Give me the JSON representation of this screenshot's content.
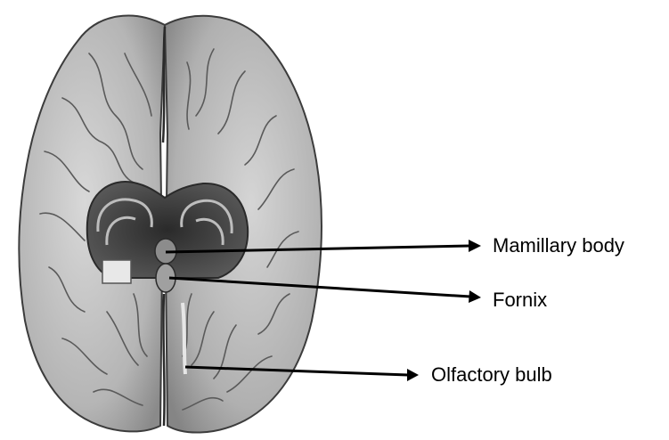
{
  "labels": {
    "mamillary_body": "Mamillary body",
    "fornix": "Fornix",
    "olfactory_bulb": "Olfactory bulb"
  },
  "colors": {
    "ink": "#000000",
    "brain_light": "#c9c9c9",
    "brain_mid": "#9b9b9b",
    "brain_dark": "#3a3a3a"
  }
}
